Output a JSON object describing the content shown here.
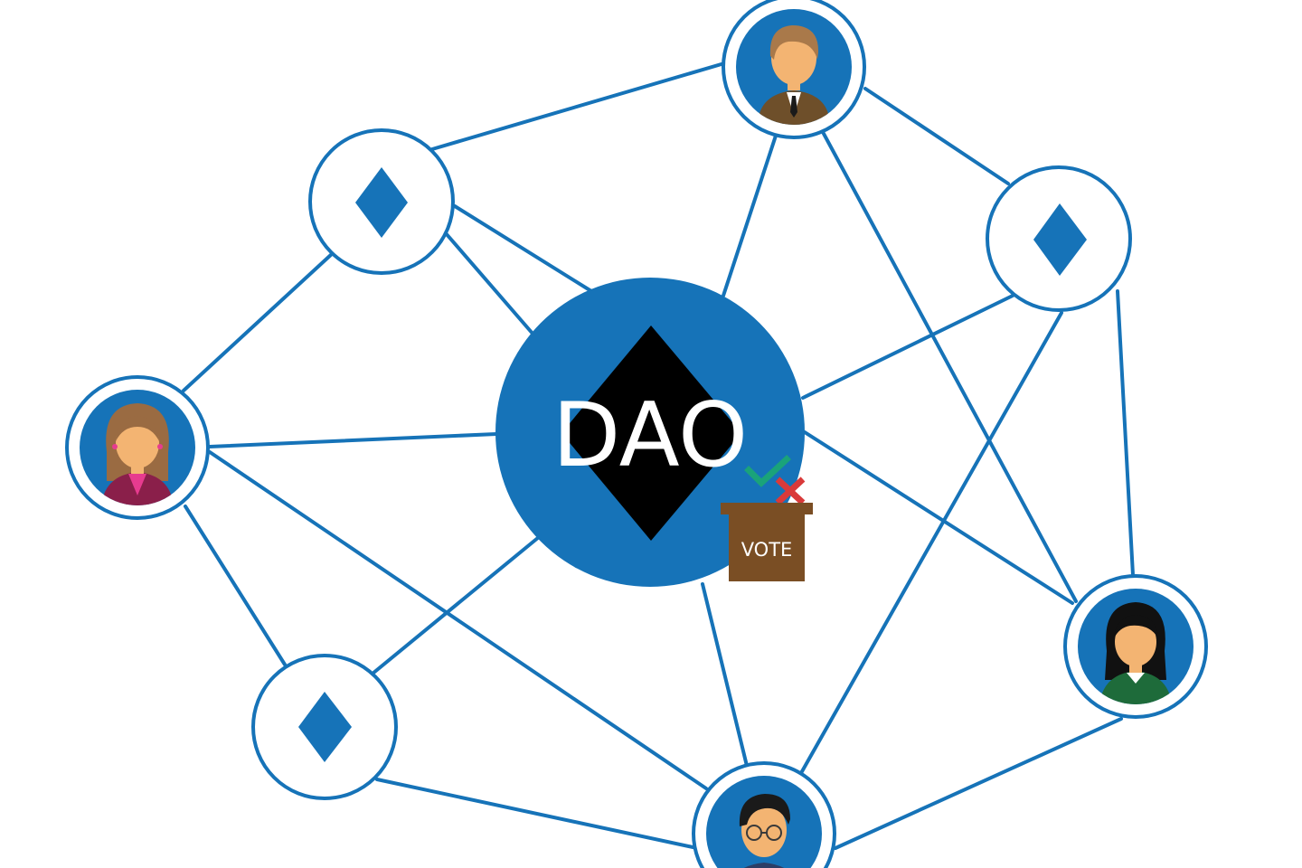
{
  "diagram": {
    "center_label": "DAO",
    "vote_label": "VOTE",
    "colors": {
      "network_blue": "#1673b8",
      "node_fill": "#1673b8",
      "ring_stroke": "#1673b8",
      "diamond_center": "#000000",
      "ballot_box": "#7a4e24",
      "check": "#1aa37a",
      "cross": "#d93a3a"
    },
    "nodes": [
      {
        "name": "person-top",
        "kind": "person",
        "person": "man-with-tie"
      },
      {
        "name": "token-upper-left",
        "kind": "token"
      },
      {
        "name": "token-upper-right",
        "kind": "token"
      },
      {
        "name": "person-left",
        "kind": "person",
        "person": "woman-brown-hair"
      },
      {
        "name": "person-right",
        "kind": "person",
        "person": "woman-black-hair"
      },
      {
        "name": "token-lower-left",
        "kind": "token"
      },
      {
        "name": "person-bottom",
        "kind": "person",
        "person": "man-with-glasses"
      }
    ]
  }
}
